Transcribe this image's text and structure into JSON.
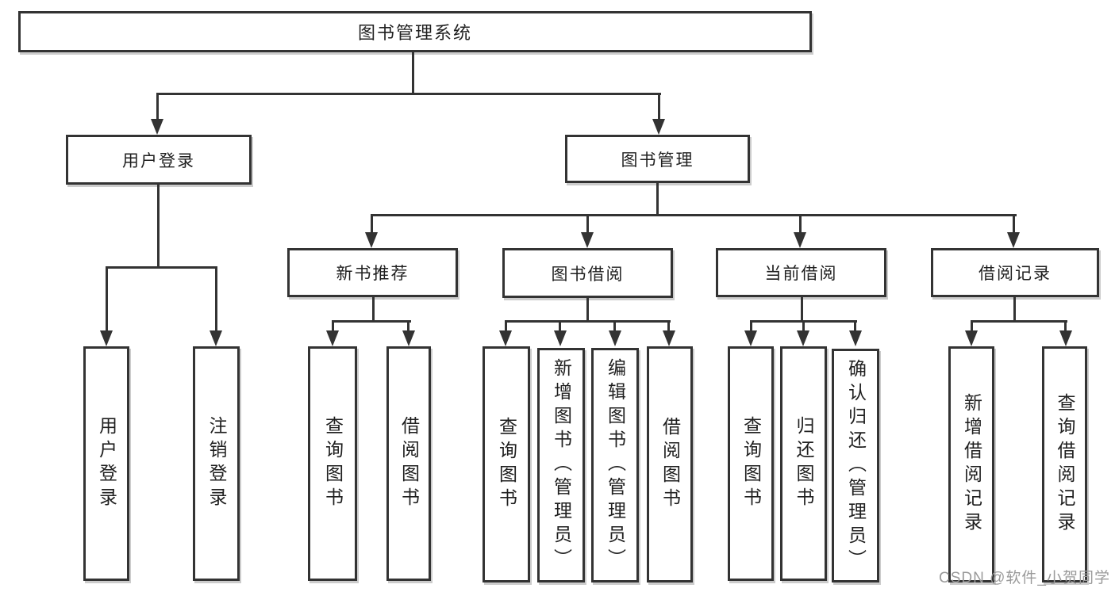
{
  "diagram": {
    "title": "图书管理系统",
    "watermark": "CSDN @软件_小贺同学",
    "colors": {
      "line": "#333333",
      "box_border": "#333333",
      "box_fill": "#ffffff",
      "text": "#1f1f1f",
      "watermark": "#9a9a9a"
    },
    "nodes": {
      "root": {
        "label": "图书管理系统"
      },
      "user_login": {
        "label": "用户登录"
      },
      "book_mgmt": {
        "label": "图书管理"
      },
      "user_login_action": {
        "label": "用户登录"
      },
      "logout": {
        "label": "注销登录"
      },
      "new_book_rec": {
        "label": "新书推荐"
      },
      "book_borrow": {
        "label": "图书借阅"
      },
      "current_borrow": {
        "label": "当前借阅"
      },
      "borrow_records": {
        "label": "借阅记录"
      },
      "nbr_query": {
        "label": "查询图书"
      },
      "nbr_borrow": {
        "label": "借阅图书"
      },
      "bb_query": {
        "label": "查询图书"
      },
      "bb_add": {
        "label": "新增图书（管理员）"
      },
      "bb_edit": {
        "label": "编辑图书（管理员）"
      },
      "bb_borrow": {
        "label": "借阅图书"
      },
      "cb_query": {
        "label": "查询图书"
      },
      "cb_return": {
        "label": "归还图书"
      },
      "cb_confirm": {
        "label": "确认归还（管理员）"
      },
      "br_add": {
        "label": "新增借阅记录"
      },
      "br_query": {
        "label": "查询借阅记录"
      }
    },
    "edges": [
      [
        "root",
        "user_login"
      ],
      [
        "root",
        "book_mgmt"
      ],
      [
        "user_login",
        "user_login_action"
      ],
      [
        "user_login",
        "logout"
      ],
      [
        "book_mgmt",
        "new_book_rec"
      ],
      [
        "book_mgmt",
        "book_borrow"
      ],
      [
        "book_mgmt",
        "current_borrow"
      ],
      [
        "book_mgmt",
        "borrow_records"
      ],
      [
        "new_book_rec",
        "nbr_query"
      ],
      [
        "new_book_rec",
        "nbr_borrow"
      ],
      [
        "book_borrow",
        "bb_query"
      ],
      [
        "book_borrow",
        "bb_add"
      ],
      [
        "book_borrow",
        "bb_edit"
      ],
      [
        "book_borrow",
        "bb_borrow"
      ],
      [
        "current_borrow",
        "cb_query"
      ],
      [
        "current_borrow",
        "cb_return"
      ],
      [
        "current_borrow",
        "cb_confirm"
      ],
      [
        "borrow_records",
        "br_add"
      ],
      [
        "borrow_records",
        "br_query"
      ]
    ]
  }
}
